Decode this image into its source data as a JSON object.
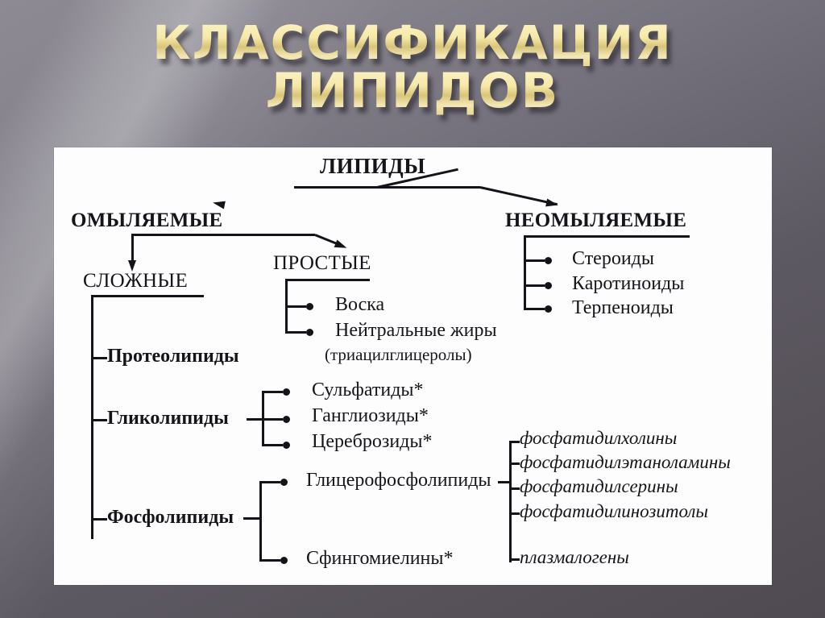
{
  "slide": {
    "title_line1": "КЛАССИФИКАЦИЯ",
    "title_line2": "ЛИПИДОВ",
    "title_color": "#f3e8b4",
    "background_color": "#6d6873",
    "panel_color": "#fdfdfd",
    "line_color": "#15131a"
  },
  "diagram": {
    "type": "tree",
    "root": "ЛИПИДЫ",
    "branches": {
      "saponifiable": {
        "label": "ОМЫЛЯЕМЫЕ",
        "children": {
          "complex": {
            "label": "СЛОЖНЫЕ",
            "items": [
              {
                "label": "Протеолипиды",
                "sub": []
              },
              {
                "label": "Гликолипиды",
                "sub": [
                  "Сульфатиды*",
                  "Ганглиозиды*",
                  "Цереброзиды*"
                ]
              },
              {
                "label": "Фосфолипиды",
                "sub": [
                  "Глицерофосфолипиды",
                  "Сфингомиелины*"
                ]
              }
            ]
          },
          "simple": {
            "label": "ПРОСТЫЕ",
            "items": [
              "Воска",
              "Нейтральные жиры",
              "(триацилглицеролы)"
            ]
          }
        }
      },
      "nonsaponifiable": {
        "label": "НЕОМЫЛЯЕМЫЕ",
        "items": [
          "Стероиды",
          "Каротиноиды",
          "Терпеноиды"
        ]
      }
    },
    "glycerophospholipids": [
      "фосфатидилхолины",
      "фосфатидилэтаноламины",
      "фосфатидилсерины",
      "фосфатидилинозитолы",
      "плазмалогены"
    ]
  }
}
